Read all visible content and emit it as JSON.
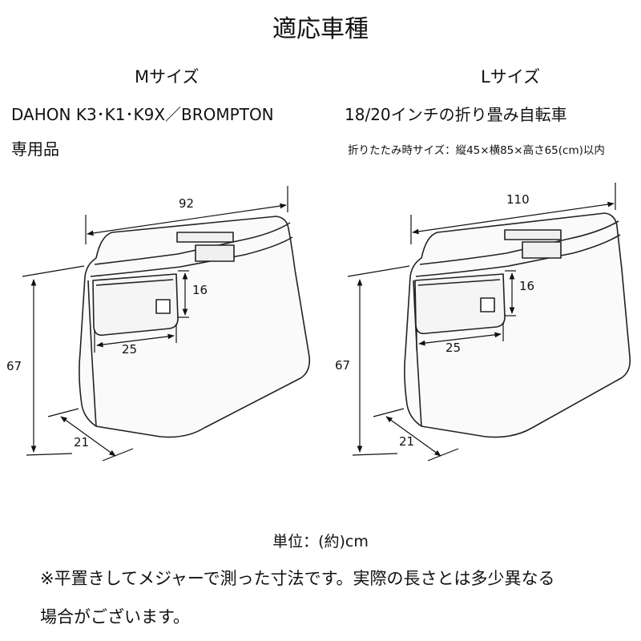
{
  "title": "適応車種",
  "m": {
    "size_label": "Mサイズ",
    "compat_line1": "DAHON K3･K1･K9X／BROMPTON",
    "compat_line2": "専用品",
    "dims": {
      "width": "92",
      "height": "67",
      "depth": "21",
      "pocket_width": "25",
      "pocket_height": "16"
    }
  },
  "l": {
    "size_label": "Lサイズ",
    "compat_line1": "18/20インチの折り畳み自転車",
    "folded_note": "折りたたみ時サイズ：縦45×横85×高さ65(cm)以内",
    "dims": {
      "width": "110",
      "height": "67",
      "depth": "21",
      "pocket_width": "25",
      "pocket_height": "16"
    }
  },
  "unit_label": "単位：(約)cm",
  "note_line1": "※平置きしてメジャーで測った寸法です。実際の長さとは多少異なる",
  "note_line2": "場合がございます。"
}
